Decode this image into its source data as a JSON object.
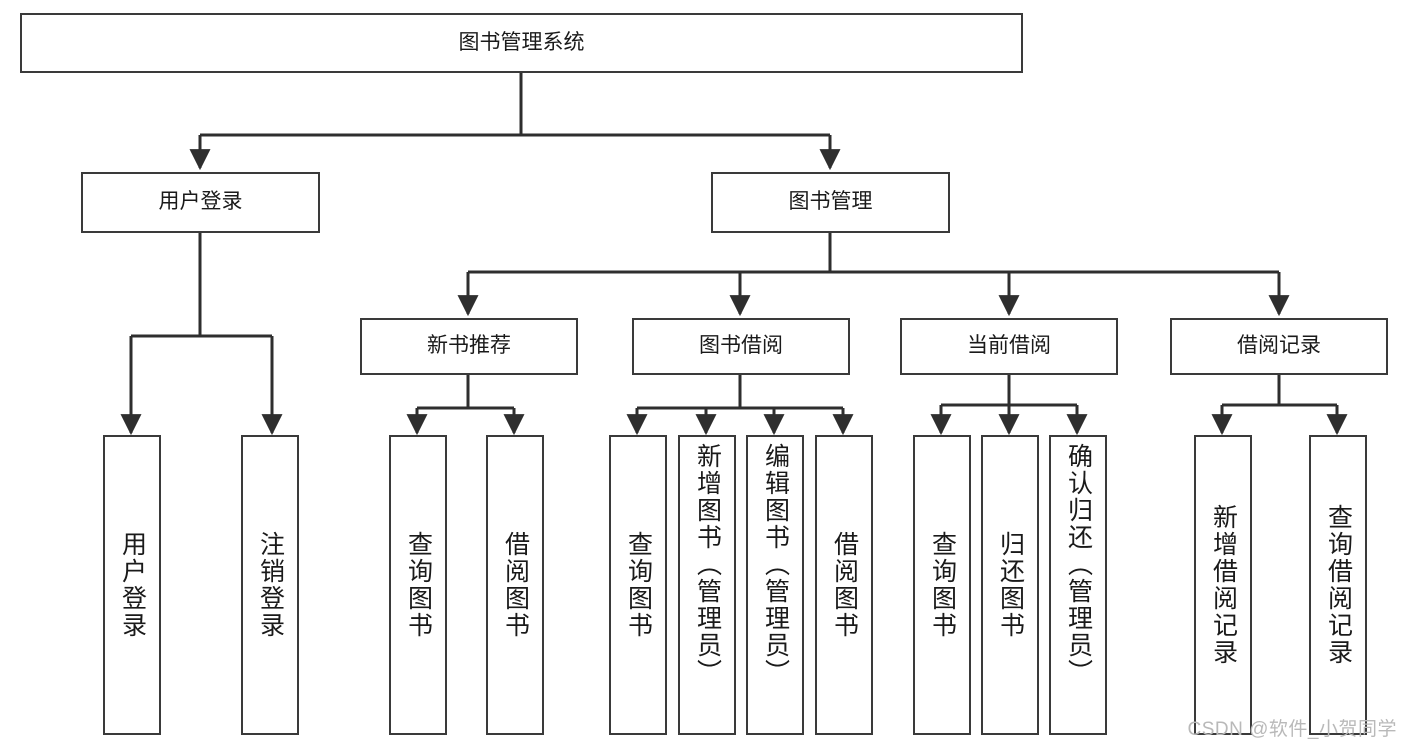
{
  "diagram": {
    "type": "hierarchy-tree",
    "title": "图书管理系统",
    "watermark": "CSDN @软件_小贺同学",
    "colors": {
      "border": "#3a3a3a",
      "background": "#ffffff",
      "text": "#1a1a1a",
      "watermark": "#b9b9b9"
    },
    "root": {
      "label": "图书管理系统"
    },
    "level1": [
      {
        "label": "用户登录"
      },
      {
        "label": "图书管理"
      }
    ],
    "level2": [
      {
        "label": "新书推荐"
      },
      {
        "label": "图书借阅"
      },
      {
        "label": "当前借阅"
      },
      {
        "label": "借阅记录"
      }
    ],
    "leaves": [
      {
        "label": "用户登录",
        "parent": "用户登录"
      },
      {
        "label": "注销登录",
        "parent": "用户登录"
      },
      {
        "label": "查询图书",
        "parent": "新书推荐"
      },
      {
        "label": "借阅图书",
        "parent": "新书推荐"
      },
      {
        "label": "查询图书",
        "parent": "图书借阅"
      },
      {
        "label": "新增图书（管理员）",
        "parent": "图书借阅"
      },
      {
        "label": "编辑图书（管理员）",
        "parent": "图书借阅"
      },
      {
        "label": "借阅图书",
        "parent": "图书借阅"
      },
      {
        "label": "查询图书",
        "parent": "当前借阅"
      },
      {
        "label": "归还图书",
        "parent": "当前借阅"
      },
      {
        "label": "确认归还（管理员）",
        "parent": "当前借阅"
      },
      {
        "label": "新增借阅记录",
        "parent": "借阅记录"
      },
      {
        "label": "查询借阅记录",
        "parent": "借阅记录"
      }
    ]
  }
}
